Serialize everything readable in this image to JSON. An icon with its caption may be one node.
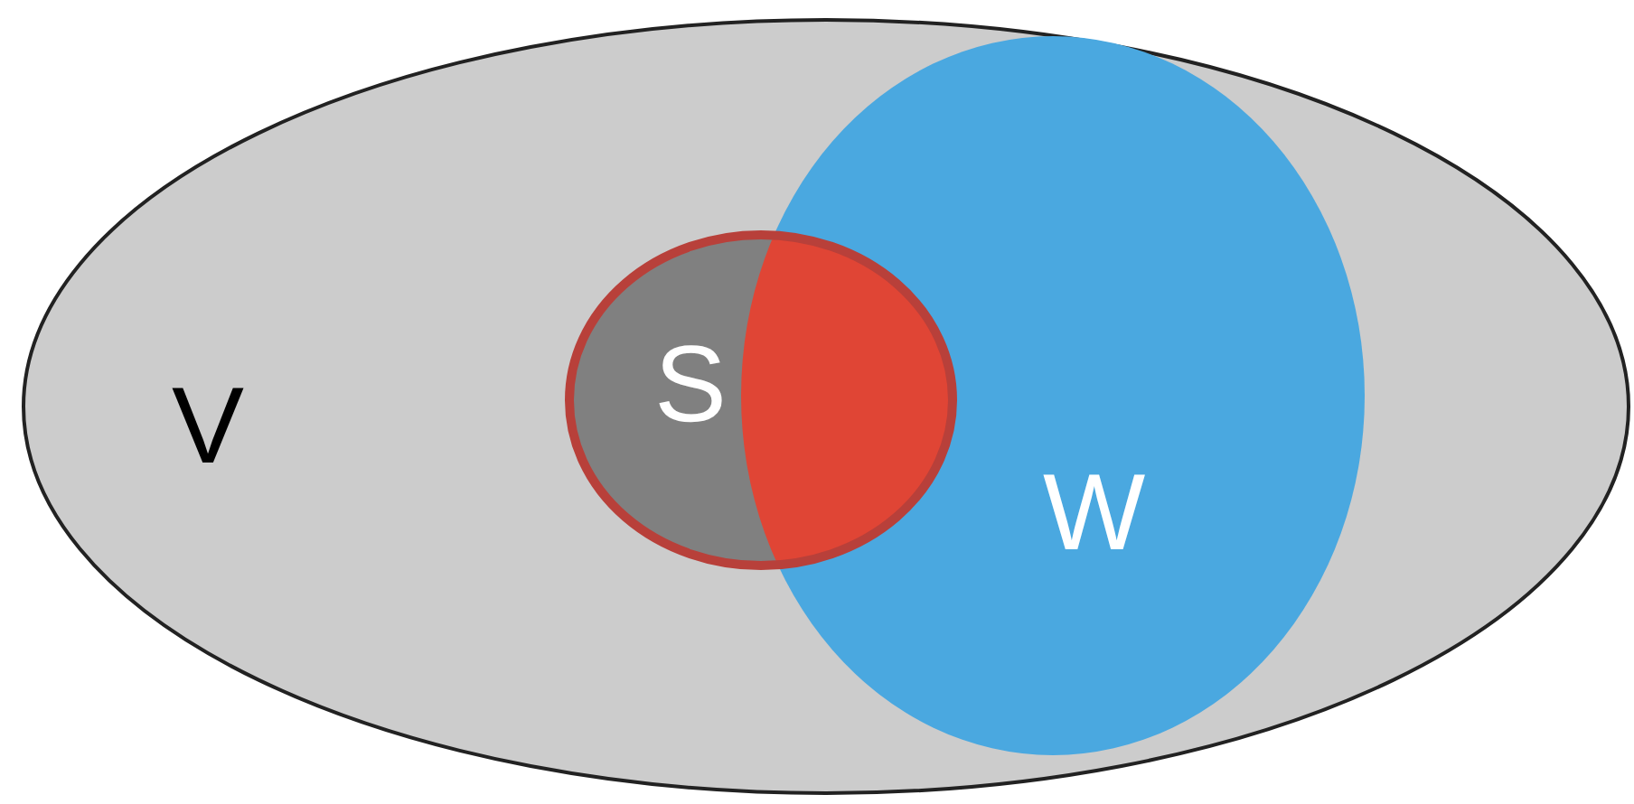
{
  "diagram": {
    "nodes": [
      {
        "text": [
          "V"
        ]
      },
      {
        "text": [
          "W"
        ],
        "in": 0
      },
      {
        "text": [
          "S"
        ],
        "in": 0
      }
    ]
  }
}
